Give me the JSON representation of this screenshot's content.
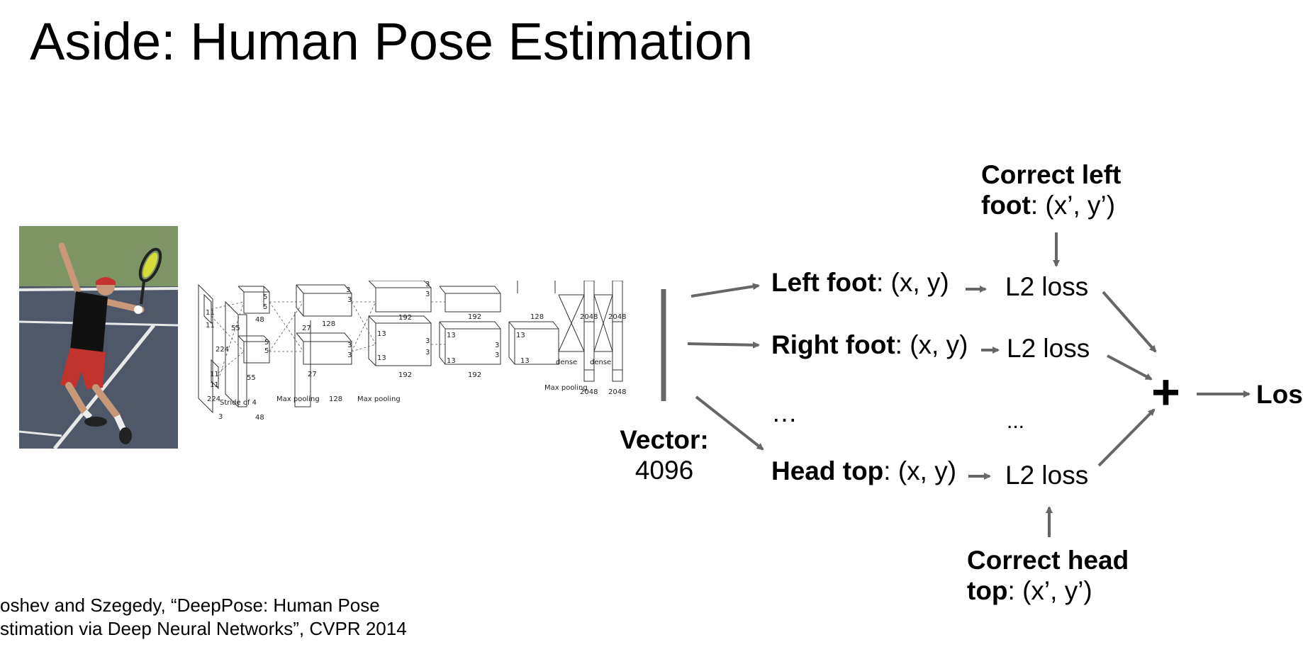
{
  "title": "Aside: Human Pose Estimation",
  "cnn": {
    "labels": [
      "224",
      "224",
      "3",
      "11",
      "11",
      "11",
      "11",
      "Stride of 4",
      "55",
      "55",
      "5",
      "5",
      "48",
      "48",
      "Max pooling",
      "27",
      "27",
      "5",
      "5",
      "3",
      "3",
      "3",
      "3",
      "128",
      "128",
      "Max pooling",
      "13",
      "13",
      "3",
      "3",
      "3",
      "3",
      "192",
      "192",
      "13",
      "13",
      "3",
      "3",
      "192",
      "192",
      "13",
      "13",
      "128",
      "Max pooling",
      "2048",
      "2048",
      "dense",
      "dense",
      "2048",
      "2048"
    ]
  },
  "vector": {
    "label": "Vector:",
    "value": "4096"
  },
  "outputs": [
    {
      "name": "Left foot",
      "coords": ": (x, y)"
    },
    {
      "name": "Right foot",
      "coords": ": (x, y)"
    },
    {
      "name": "Head top",
      "coords": ": (x, y)"
    }
  ],
  "ellipsis_left": "…",
  "ellipsis_right": "...",
  "losses": [
    "L2 loss",
    "L2 loss",
    "L2 loss"
  ],
  "correct_left": {
    "bold": "Correct left foot",
    "rest": ": (x’, y’)"
  },
  "correct_head": {
    "bold": "Correct head top",
    "rest": ": (x’, y’)"
  },
  "plus": "+",
  "loss_out": "Loss",
  "citation": {
    "line1": "oshev and Szegedy, “DeepPose: Human Pose",
    "line2": "stimation via Deep Neural Networks”, CVPR 2014"
  },
  "colors": {
    "arrow": "#666666",
    "court": "#4e5868",
    "grass": "#7d9565"
  }
}
